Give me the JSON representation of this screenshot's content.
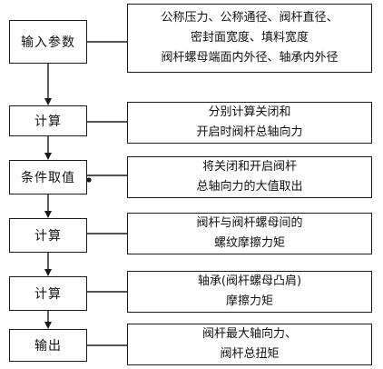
{
  "steps": [
    {
      "label": "输入参数",
      "description": [
        "公称压力、公称通径、阀杆直径、",
        "密封面宽度、填料宽度",
        "阀杆螺母端面内外径、轴承内外径"
      ]
    },
    {
      "label": "计算",
      "description": [
        "分别计算关闭和",
        "开启时阀杆总轴向力"
      ]
    },
    {
      "label": "条件取值",
      "description": [
        "将关闭和开启阀杆",
        "总轴向力的大值取出"
      ]
    },
    {
      "label": "计算",
      "description": [
        "阀杆与阀杆螺母间的",
        "螺纹摩擦力矩"
      ]
    },
    {
      "label": "计算",
      "description": [
        "轴承(阀杆螺母凸肩)",
        "摩擦力矩"
      ]
    },
    {
      "label": "输出",
      "description": [
        "阀杆最大轴向力、",
        "阀杆总扭矩"
      ]
    }
  ]
}
